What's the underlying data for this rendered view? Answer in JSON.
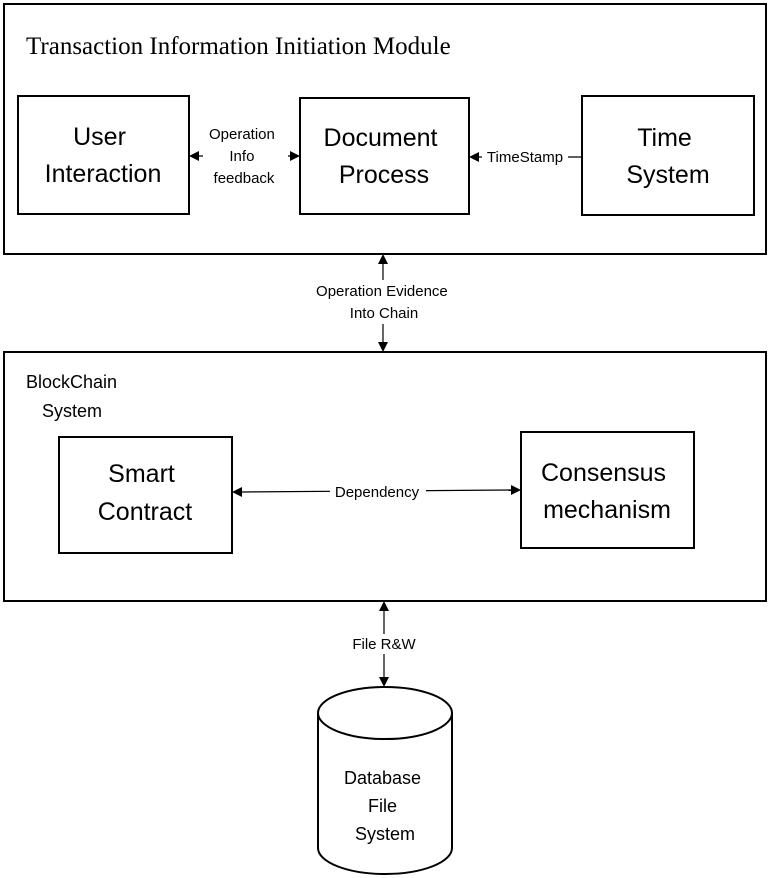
{
  "top_module": {
    "title": "Transaction Information Initiation Module",
    "user_interaction": [
      "User",
      "Interaction"
    ],
    "document_process": [
      "Document",
      "Process"
    ],
    "time_system": [
      "Time",
      "System"
    ],
    "op_feedback": [
      "Operation",
      "Info",
      "feedback"
    ],
    "timestamp": "TimeStamp"
  },
  "link_top_mid": [
    "Operation Evidence",
    "Into Chain"
  ],
  "blockchain": {
    "title": [
      "BlockChain",
      "System"
    ],
    "smart_contract": [
      "Smart",
      "Contract"
    ],
    "consensus": [
      "Consensus",
      "mechanism"
    ],
    "dependency": "Dependency"
  },
  "link_mid_db": "File R&W",
  "database": [
    "Database",
    "File",
    "System"
  ]
}
